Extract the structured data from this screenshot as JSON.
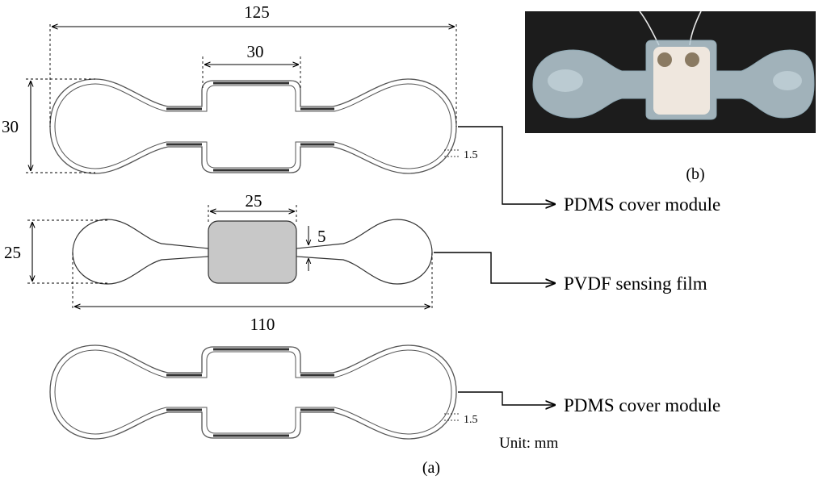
{
  "figure": {
    "panel_a_label": "(a)",
    "panel_b_label": "(b)",
    "unit_note": "Unit: mm"
  },
  "top_cover": {
    "dim_overall_length": "125",
    "dim_center_length": "30",
    "dim_height": "30",
    "dim_thickness": "1.5",
    "callout": "PDMS cover module"
  },
  "sensing_film": {
    "dim_pad_width": "25",
    "dim_neck": "5",
    "dim_height": "25",
    "dim_overall_length": "110",
    "callout": "PVDF sensing film"
  },
  "bottom_cover": {
    "dim_thickness": "1.5",
    "callout": "PDMS cover module"
  },
  "colors": {
    "line": "#000000",
    "outline_gray": "#555555",
    "pad_fill": "#c8c8c8",
    "photo_bg": "#1c1c1c",
    "pdms_tint": "#b8cdd6",
    "sensor_white": "#efe7de",
    "electrode": "#8a7a62"
  }
}
